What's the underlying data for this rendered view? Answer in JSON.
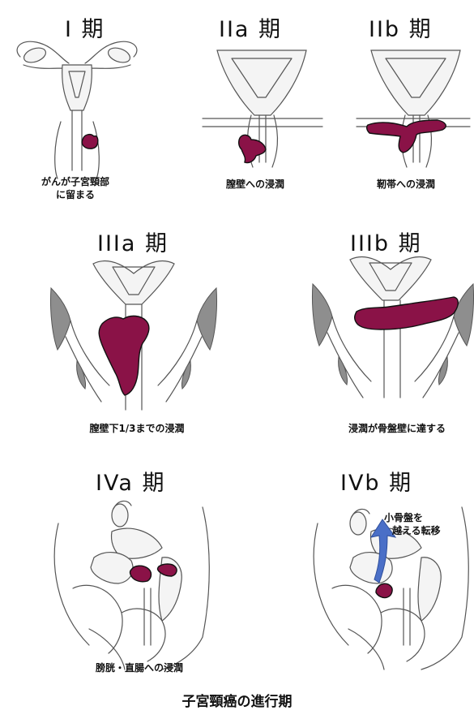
{
  "title": "子宮頸癌の進行期",
  "stages": {
    "i": {
      "label": "I 期",
      "caption_line1": "がんが子宮頸部",
      "caption_line2": "に留まる"
    },
    "iia": {
      "label": "IIa 期",
      "caption_line1": "膣壁への浸潤"
    },
    "iib": {
      "label": "IIb 期",
      "caption_line1": "靭帯への浸潤"
    },
    "iiia": {
      "label": "IIIa 期",
      "caption_line1": "膣壁下1/3までの浸潤"
    },
    "iiib": {
      "label": "IIIb 期",
      "caption_line1": "浸潤が骨盤壁に達する"
    },
    "iva": {
      "label": "IVa 期",
      "caption_line1": "膀胱・直腸への浸潤"
    },
    "ivb": {
      "label": "IVb 期",
      "annotation_line1": "小骨盤を",
      "annotation_line2": "越える転移"
    }
  },
  "colors": {
    "tumor": "#8a1247",
    "outline": "#555555",
    "muscle": "#8e8e8e",
    "arrow": "#4a6fc7"
  }
}
